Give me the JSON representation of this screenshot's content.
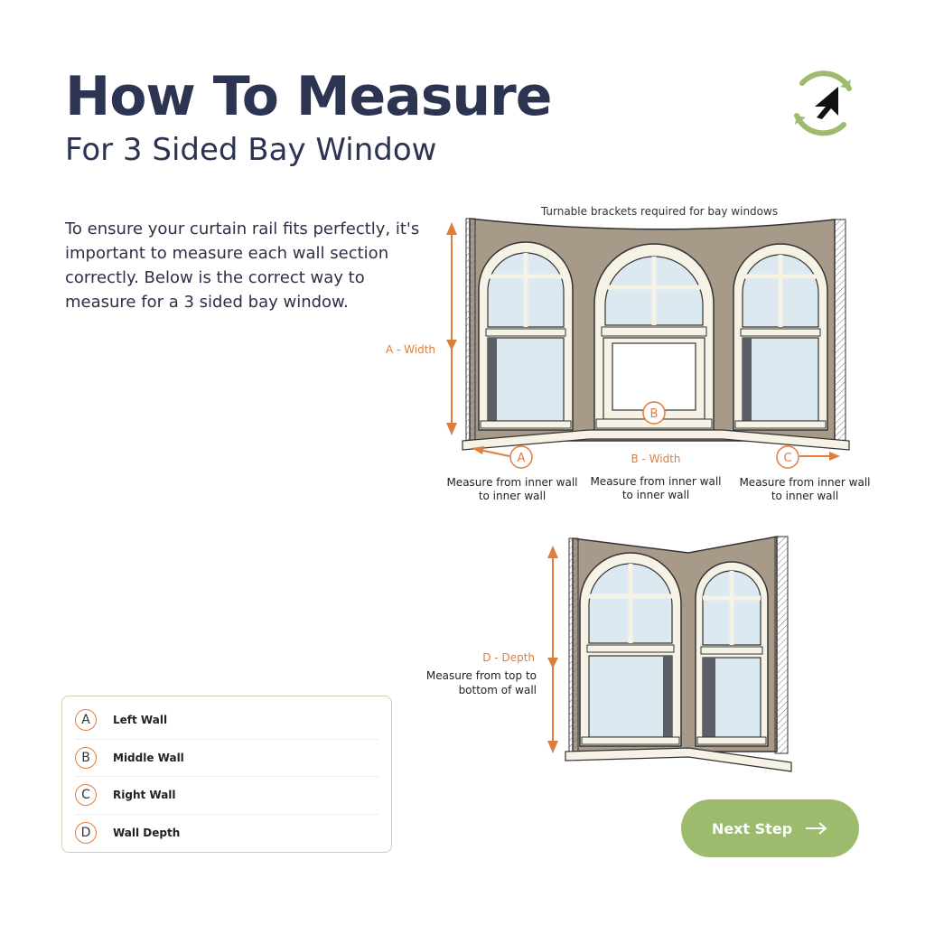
{
  "header": {
    "title": "How To Measure",
    "subtitle": "For 3 Sided Bay Window"
  },
  "intro": {
    "text": "To ensure your curtain rail fits perfectly, it's important to measure each wall section correctly. Below is the correct way to measure for a 3 sided bay window."
  },
  "logo": {
    "icon": "cursor-cycle-icon",
    "color": "#9cbb6c"
  },
  "diagram_top": {
    "note": "Turnable brackets required for bay windows",
    "a_label": "A - Width",
    "b_label": "B - Width",
    "markers": {
      "a": "A",
      "b": "B",
      "c": "C"
    },
    "captions": {
      "a_line1": "Measure from inner wall",
      "a_line2": "to inner wall",
      "b_line1": "Measure from inner wall",
      "b_line2": "to inner wall",
      "c_line1": "Measure from inner wall",
      "c_line2": "to inner wall"
    }
  },
  "diagram_bottom": {
    "d_label": "D - Depth",
    "caption_line1": "Measure from top to",
    "caption_line2": "bottom of wall"
  },
  "legend": {
    "items": [
      {
        "badge": "A",
        "label": "Left Wall"
      },
      {
        "badge": "B",
        "label": "Middle Wall"
      },
      {
        "badge": "C",
        "label": "Right Wall"
      },
      {
        "badge": "D",
        "label": "Wall Depth"
      }
    ]
  },
  "next_button": {
    "label": "Next Step",
    "icon": "arrow-right-icon"
  },
  "colors": {
    "accent": "#e07d3c",
    "green": "#9cbb6c",
    "wall": "#a89a88",
    "frame": "#f6f3e6",
    "glass": "#dde9f0",
    "heading": "#2d3452"
  }
}
